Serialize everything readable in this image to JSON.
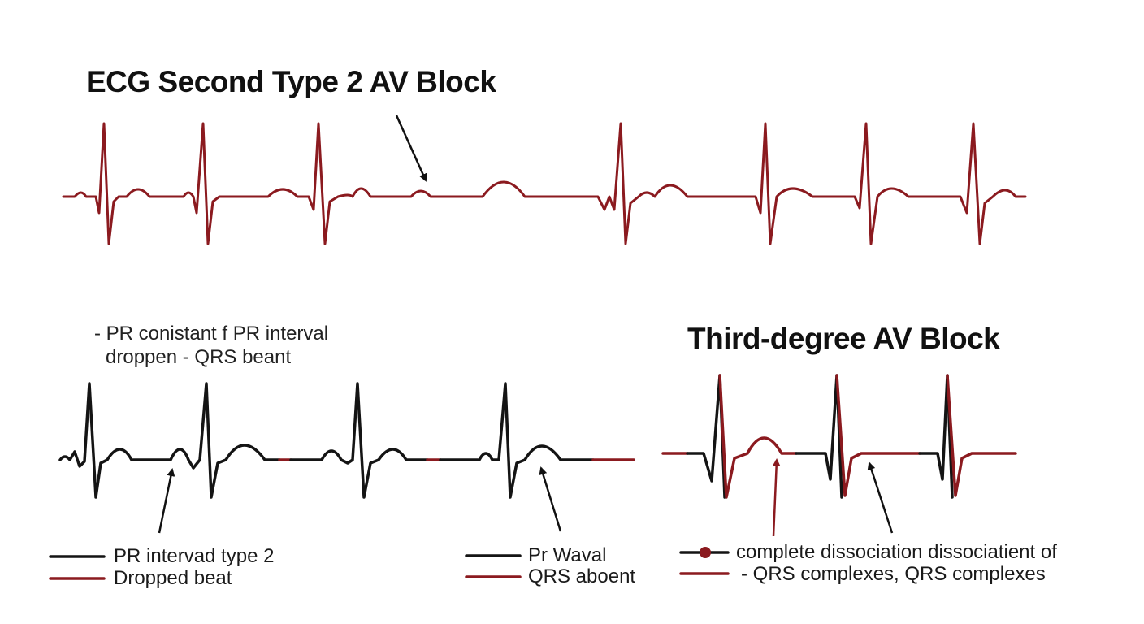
{
  "colors": {
    "trace_red": "#8b1a1f",
    "trace_black": "#141414",
    "arrow": "#111111",
    "text": "#111111"
  },
  "top_panel": {
    "title": "ECG Second Type 2 AV Block"
  },
  "note": {
    "line1": "- PR conistant f PR interval",
    "line2": "droppen - QRS beant"
  },
  "bottom_right_panel": {
    "title": "Third-degree AV Block"
  },
  "legends": {
    "left": {
      "items": [
        {
          "label": "PR intervad type 2",
          "color": "#141414"
        },
        {
          "label": "Dropped beat",
          "color": "#8b1a1f"
        }
      ]
    },
    "middle": {
      "items": [
        {
          "label": "Pr Waval",
          "color": "#141414"
        },
        {
          "label": "QRS aboent",
          "color": "#8b1a1f"
        }
      ]
    },
    "right": {
      "items": [
        {
          "label": "complete dissociation dissociatient of",
          "color": "#141414"
        },
        {
          "label": "- QRS complexes, QRS complexes",
          "color": "#8b1a1f"
        }
      ]
    }
  }
}
